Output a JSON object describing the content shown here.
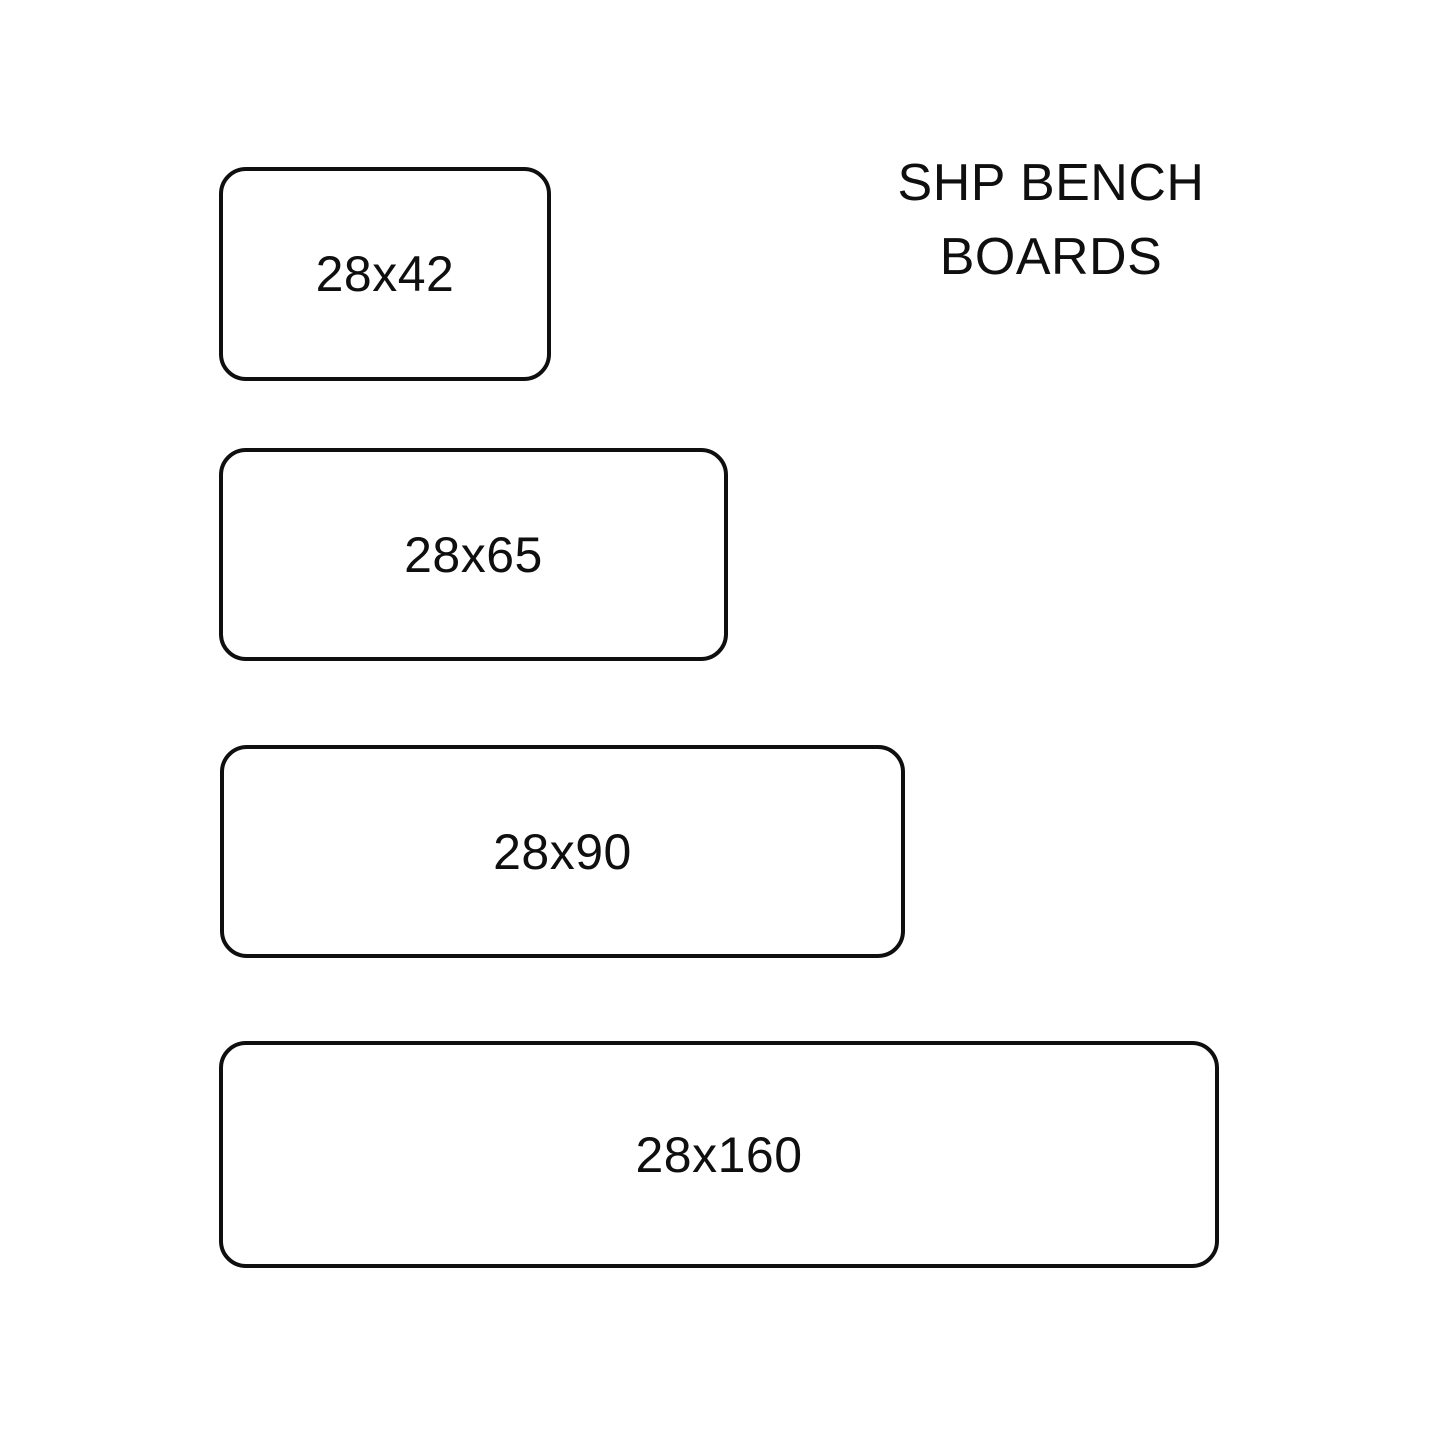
{
  "page": {
    "background": "#ffffff",
    "ink": "#0f0f0f"
  },
  "title": {
    "line1": "SHP BENCH",
    "line2": "BOARDS"
  },
  "boards": [
    {
      "label": "28x42"
    },
    {
      "label": "28x65"
    },
    {
      "label": "28x90"
    },
    {
      "label": "28x160"
    }
  ]
}
